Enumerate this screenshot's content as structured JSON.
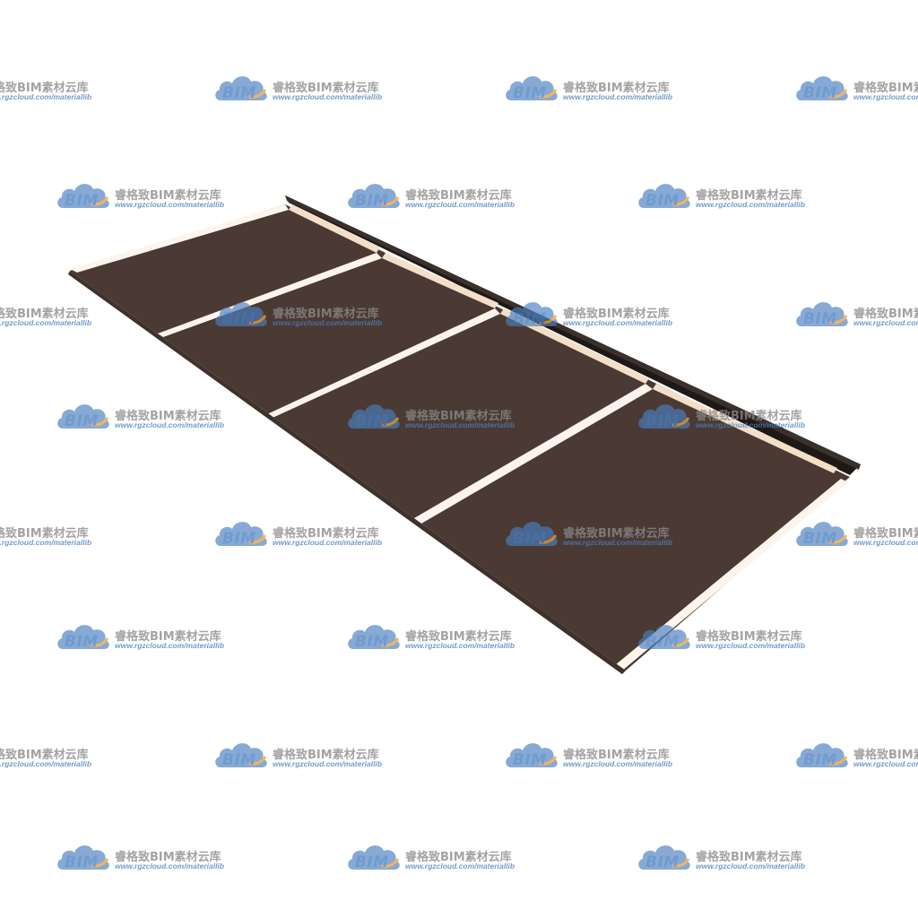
{
  "scene": {
    "background_color": "#ffffff",
    "floor_color": "#4a3a33",
    "floor_shade_color": "#3f312b",
    "divider_color": "#fdf5ec",
    "divider_glow_color": "#f3dfc8",
    "wall_color": "#1e1917",
    "wall_top_color": "#3a302c",
    "panel_count": 4
  },
  "watermark": {
    "brand_text": "睿格致BIM素材云库",
    "logo_text": "BIM",
    "url_text": "www.rgzcloud.com/materiallib",
    "logo_color_primary": "#4a7fc0",
    "logo_color_accent": "#f0a030",
    "text_color": "#8a8a8a"
  }
}
